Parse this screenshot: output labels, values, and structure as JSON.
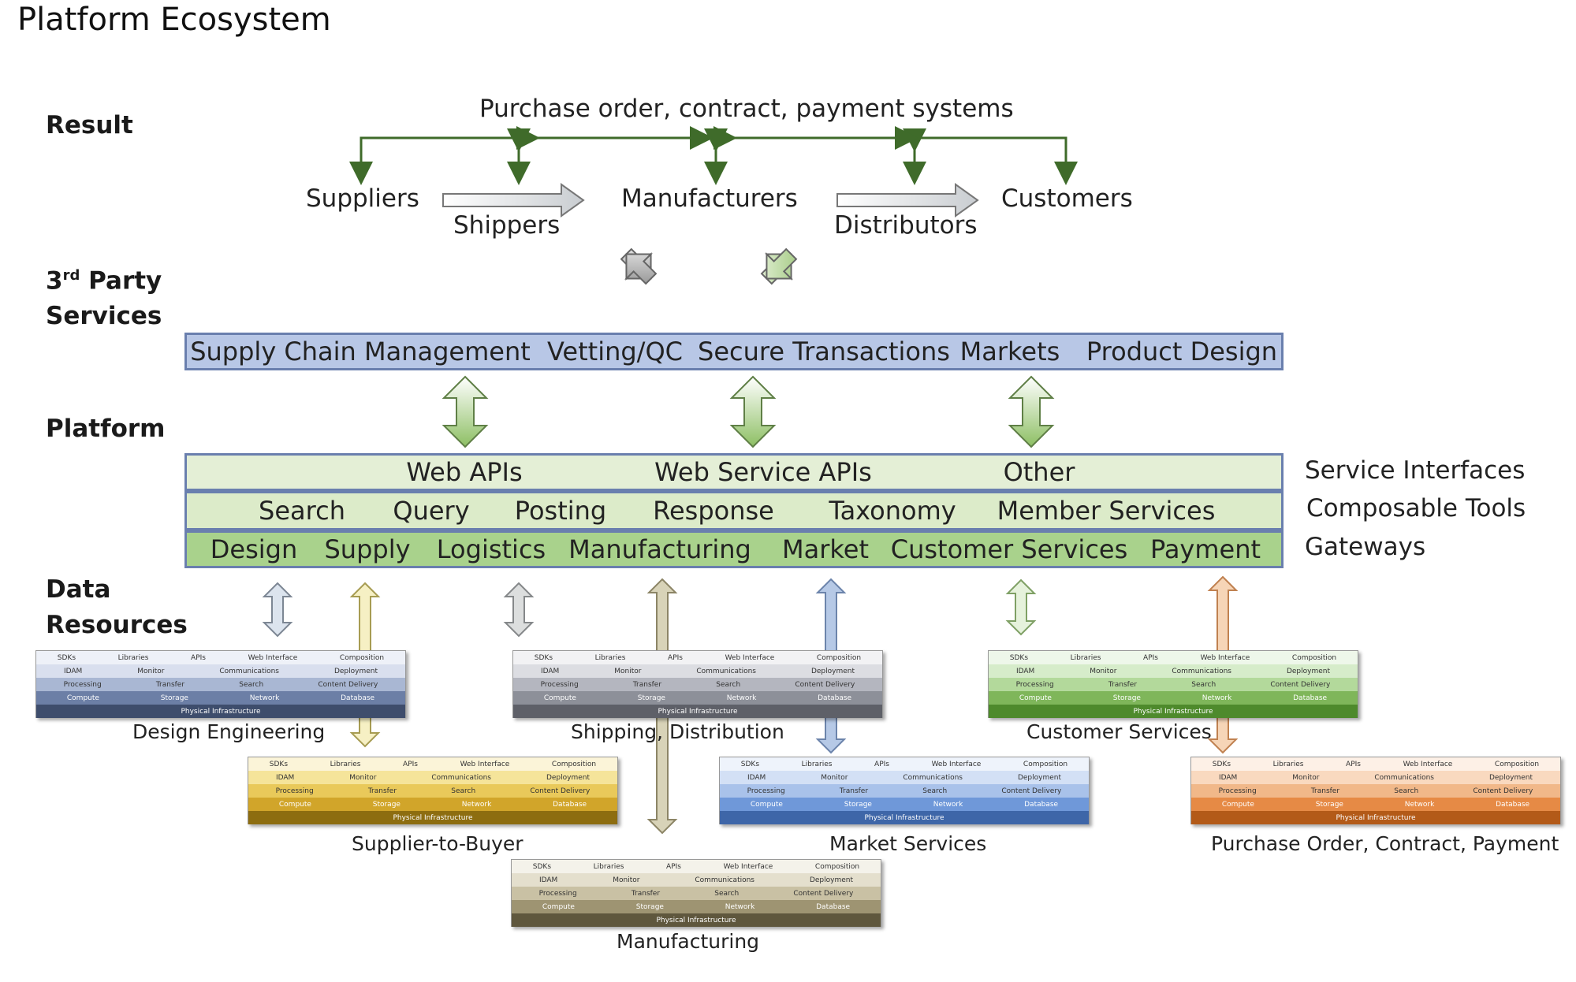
{
  "title": "Platform Ecosystem",
  "sections": {
    "result": "Result",
    "third_party_sup": "rd",
    "third_party_a": "3",
    "third_party_b": "Party",
    "third_party_c": "Services",
    "platform": "Platform",
    "data_resources_a": "Data",
    "data_resources_b": "Resources"
  },
  "result_top": "Purchase order, contract, payment systems",
  "entities": {
    "suppliers": "Suppliers",
    "shippers": "Shippers",
    "manufacturers": "Manufacturers",
    "distributors": "Distributors",
    "customers": "Customers"
  },
  "third_party_services": [
    "Supply Chain Management",
    "Vetting/QC",
    "Secure Transactions",
    "Markets",
    "Product Design"
  ],
  "service_interfaces": {
    "label": "Service Interfaces",
    "items": [
      "Web APIs",
      "Web Service APIs",
      "Other"
    ]
  },
  "composable_tools": {
    "label": "Composable Tools",
    "items": [
      "Search",
      "Query",
      "Posting",
      "Response",
      "Taxonomy",
      "Member Services"
    ]
  },
  "gateways": {
    "label": "Gateways",
    "items": [
      "Design",
      "Supply",
      "Logistics",
      "Manufacturing",
      "Market",
      "Customer Services",
      "Payment"
    ]
  },
  "stack_rows": [
    [
      "SDKs",
      "Libraries",
      "APIs",
      "Web Interface",
      "Composition"
    ],
    [
      "IDAM",
      "Monitor",
      "Communications",
      "Deployment"
    ],
    [
      "Processing",
      "Transfer",
      "Search",
      "Content Delivery"
    ],
    [
      "Compute",
      "Storage",
      "Network",
      "Database"
    ],
    [
      "Physical Infrastructure"
    ]
  ],
  "resources": {
    "design": {
      "caption": "Design Engineering",
      "colors": [
        "#eef1f8",
        "#d9dfee",
        "#a9b7d3",
        "#6c7fa6",
        "#3e4d6c"
      ]
    },
    "shipping": {
      "caption": "Shipping, Distribution",
      "colors": [
        "#f2f2f4",
        "#dcdde2",
        "#b4b6bf",
        "#8d9099",
        "#5e6068"
      ]
    },
    "customer": {
      "caption": "Customer Services",
      "colors": [
        "#eef7ea",
        "#d6ecca",
        "#b3d99b",
        "#7fb65a",
        "#4e8a2c"
      ]
    },
    "supplier": {
      "caption": "Supplier-to-Buyer",
      "colors": [
        "#fbf4d8",
        "#f5e49a",
        "#e9c95a",
        "#d1a52a",
        "#8d6d10"
      ]
    },
    "market": {
      "caption": "Market Services",
      "colors": [
        "#eef3fb",
        "#d3e0f5",
        "#a9c2ea",
        "#6f98d9",
        "#3e66a8"
      ]
    },
    "purchase": {
      "caption": "Purchase Order, Contract, Payment",
      "colors": [
        "#fdf0e6",
        "#f9d9bf",
        "#f1b889",
        "#e68a45",
        "#b35a18"
      ]
    },
    "manufacturing": {
      "caption": "Manufacturing",
      "colors": [
        "#f4f2ea",
        "#e4dfcd",
        "#c9c1a4",
        "#9e9472",
        "#5f573d"
      ]
    }
  },
  "colors": {
    "result_arrows": "#3f6b2a",
    "third_party_band": "#b8c7e6",
    "platform_band_1": "#e4efd6",
    "platform_band_2": "#dcebc9",
    "platform_band_3": "#a9d28c",
    "vertical_arrow_top": "#ffffff",
    "vertical_arrow_bottom": "#93c26e"
  }
}
